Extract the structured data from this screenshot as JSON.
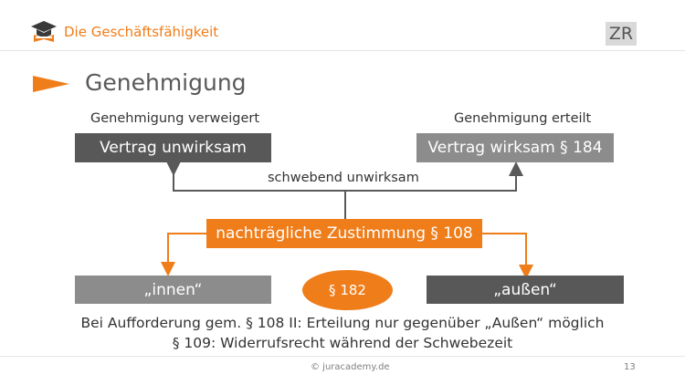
{
  "header": {
    "title": "Die Geschäftsfähigkeit",
    "badge": "ZR"
  },
  "section": {
    "title": "Genehmigung"
  },
  "diagram": {
    "left_caption": "Genehmigung verweigert",
    "right_caption": "Genehmigung erteilt",
    "left_box": "Vertrag unwirksam",
    "right_box": "Vertrag  wirksam § 184",
    "bracket_label": "schwebend unwirksam",
    "center_box": "nachträgliche Zustimmung § 108",
    "inner_box": "„innen“",
    "outer_box": "„außen“",
    "oval": "§ 182"
  },
  "notes": [
    "Bei Aufforderung gem. § 108 II: Erteilung nur gegenüber „Außen“ möglich",
    "§ 109: Widerrufsrecht während der Schwebezeit"
  ],
  "footer": {
    "copyright": "© juracademy.de",
    "page_number": "13"
  },
  "colors": {
    "accent": "#ef7d1a",
    "dark_box": "#585858",
    "gray_box": "#8c8c8c",
    "line_gray": "#595959"
  },
  "icons": {
    "logo": "graduation-cap-book-icon",
    "pointer": "triangle-pointer-icon"
  }
}
